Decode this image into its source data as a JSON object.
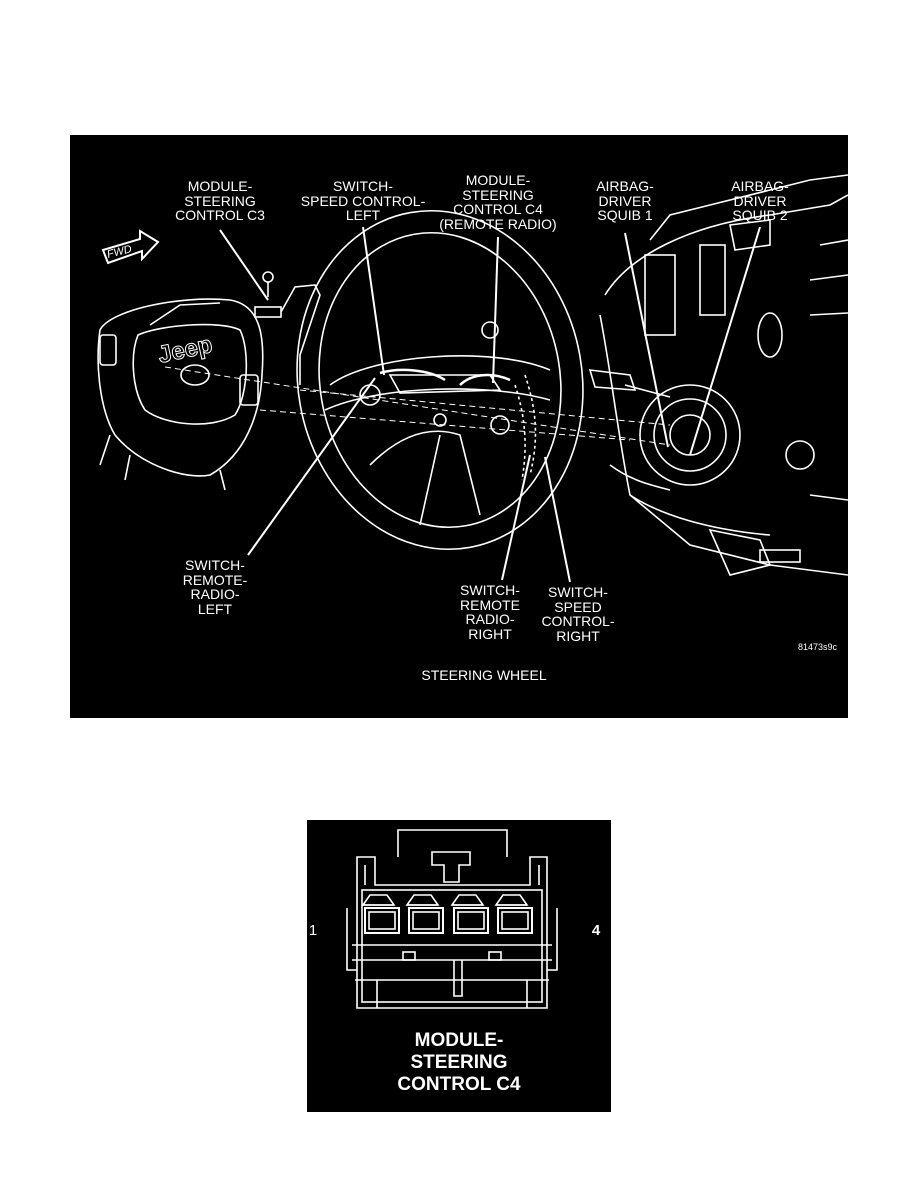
{
  "figure1": {
    "callouts": {
      "module_steering_control_c3": "MODULE-\nSTEERING\nCONTROL C3",
      "switch_speed_control_left": "SWITCH-\nSPEED CONTROL-\nLEFT",
      "module_steering_control_c4": "MODULE-\nSTEERING\nCONTROL C4\n(REMOTE RADIO)",
      "airbag_driver_squib_1": "AIRBAG-\nDRIVER\nSQUIB 1",
      "airbag_driver_squib_2": "AIRBAG-\nDRIVER\nSQUIB 2",
      "switch_remote_radio_left": "SWITCH-\nREMOTE-\nRADIO-\nLEFT",
      "switch_remote_radio_right": "SWITCH-\nREMOTE\nRADIO-\nRIGHT",
      "switch_speed_control_right": "SWITCH-\nSPEED\nCONTROL-\nRIGHT"
    },
    "fwd_arrow": "FWD",
    "logo": "Jeep",
    "figure_code": "81473s9c",
    "caption": "STEERING WHEEL"
  },
  "figure2": {
    "pin_left": "1",
    "pin_right": "4",
    "title": "MODULE-\nSTEERING\nCONTROL C4"
  }
}
